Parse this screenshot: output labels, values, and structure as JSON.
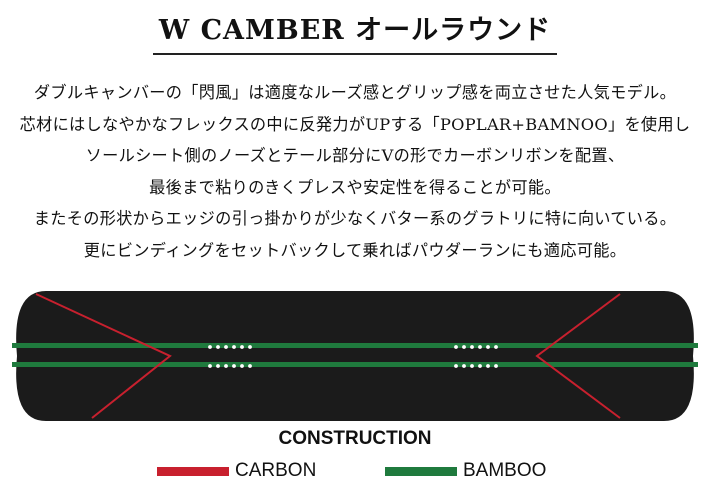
{
  "title": "W CAMBER オールラウンド",
  "description": [
    "ダブルキャンバーの「閃風」は適度なルーズ感とグリップ感を両立させた人気モデル。",
    "芯材にはしなやかなフレックスの中に反発力がUPする「POPLAR+BAMNOO」を使用し",
    "ソールシート側のノーズとテール部分にVの形でカーボンリボンを配置、",
    "最後まで粘りのきくプレスや安定性を得ることが可能。",
    "またその形状からエッジの引っ掛かりが少なくバター系のグラトリに特に向いている。",
    "更にビンディングをセットバックして乗ればパウダーランにも適応可能。"
  ],
  "board": {
    "base_color": "#1b1b1b",
    "carbon_color": "#c8202e",
    "bamboo_color": "#1f7a3d",
    "insert_color": "#ffffff"
  },
  "legend": {
    "title": "CONSTRUCTION",
    "items": [
      {
        "label": "CARBON",
        "color": "#c8202e"
      },
      {
        "label": "BAMBOO",
        "color": "#1f7a3d"
      }
    ]
  }
}
